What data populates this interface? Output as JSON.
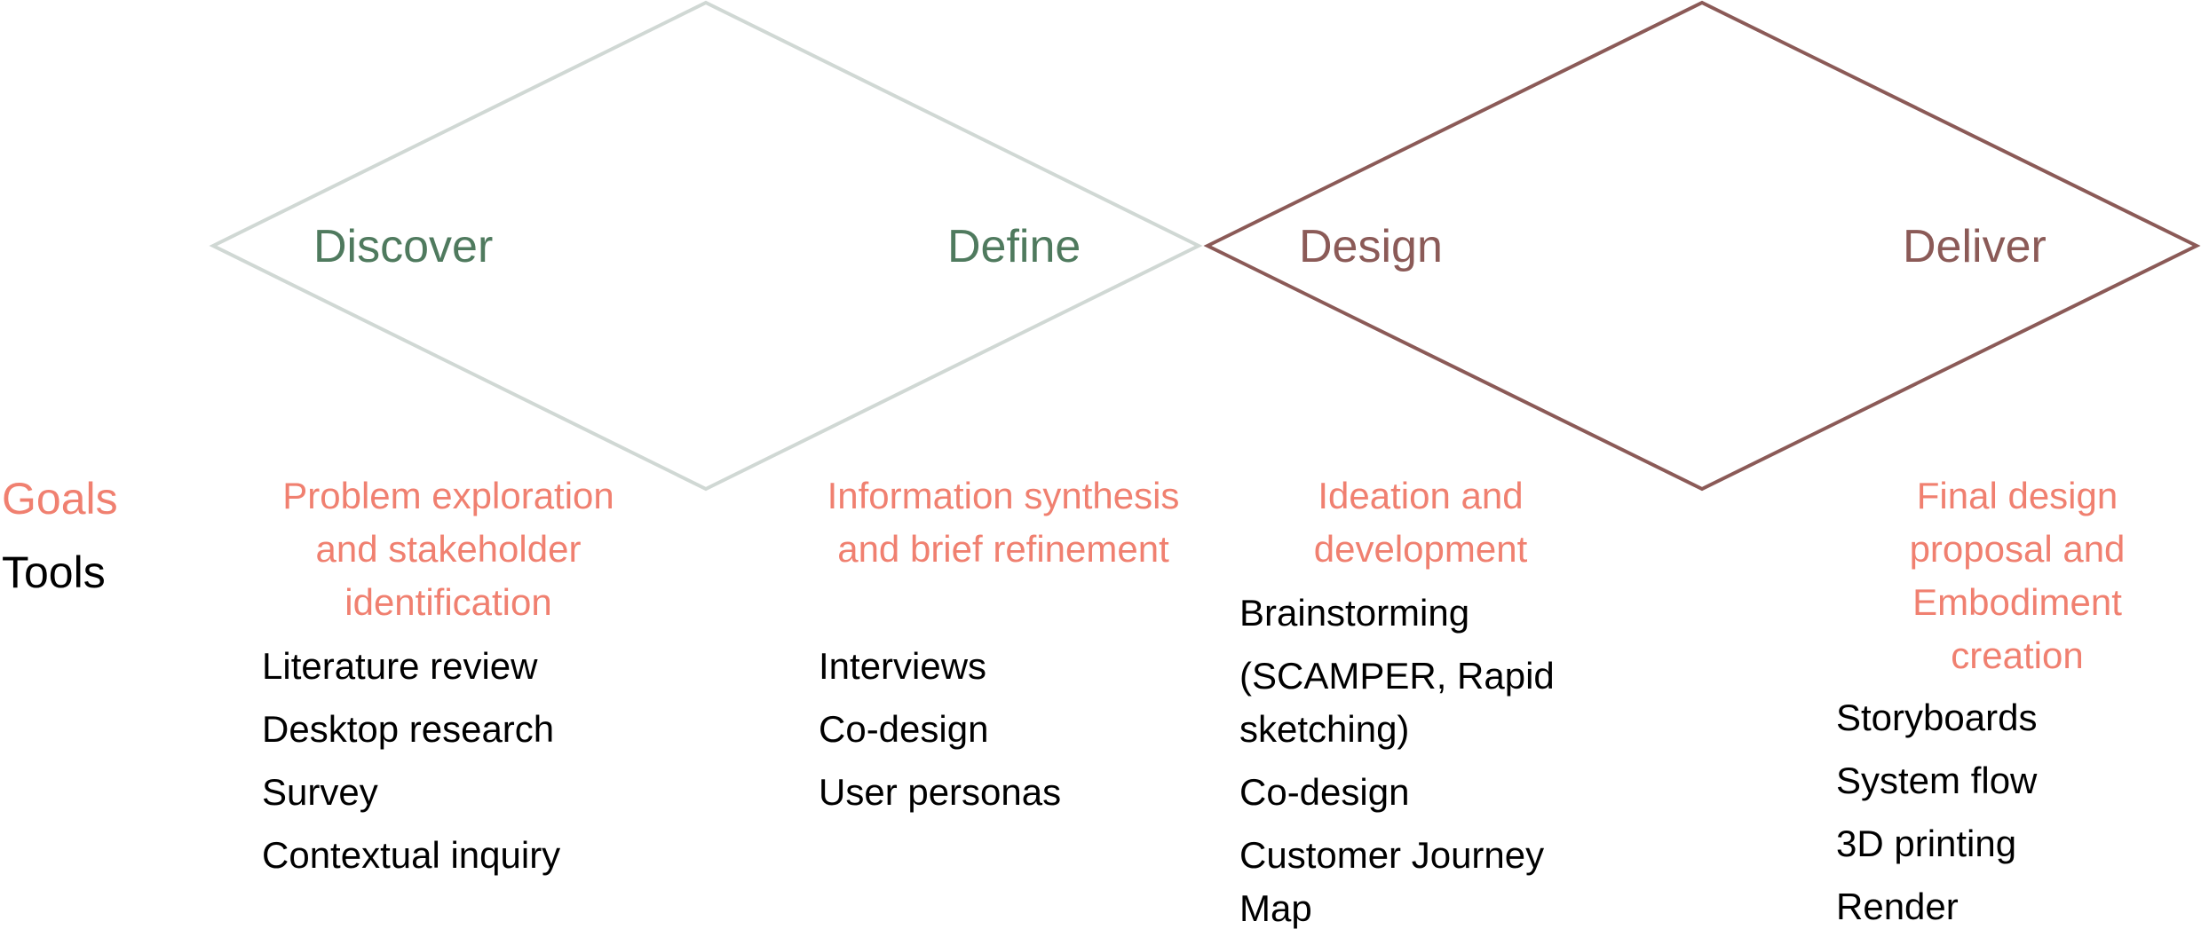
{
  "colors": {
    "discover_diamond_stroke": "#d0d8d4",
    "design_diamond_stroke": "#8b5a57",
    "first_diamond_label": "#4f7a5e",
    "second_diamond_label": "#8b5a57",
    "goal_text": "#f08070",
    "tools_text": "#000000"
  },
  "row_labels": {
    "goals": "Goals",
    "tools": "Tools"
  },
  "phases": [
    {
      "name": "Discover",
      "goal": "Problem exploration and stakeholder identification",
      "tools": [
        "Literature review",
        "Desktop research",
        "Survey",
        "Contextual inquiry"
      ]
    },
    {
      "name": "Define",
      "goal": "Information synthesis and brief refinement",
      "tools": [
        "Interviews",
        "Co-design",
        "User personas"
      ]
    },
    {
      "name": "Design",
      "goal": "Ideation and development",
      "tools": [
        "Brainstorming",
        "(SCAMPER, Rapid sketching)",
        "Co-design",
        "Customer Journey Map"
      ]
    },
    {
      "name": "Deliver",
      "goal": "Final design proposal and Embodiment creation",
      "tools": [
        "Storyboards",
        "System flow",
        "3D printing",
        "Render"
      ]
    }
  ]
}
